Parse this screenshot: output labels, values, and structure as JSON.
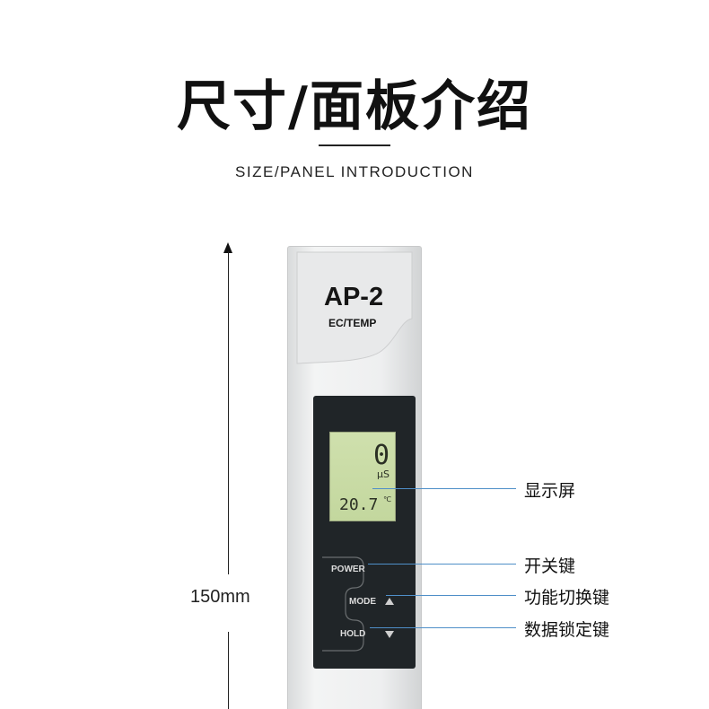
{
  "header": {
    "title": "尺寸/面板介绍",
    "subtitle": "SIZE/PANEL INTRODUCTION"
  },
  "dimension": {
    "label": "150mm"
  },
  "device": {
    "model": "AP-2",
    "model_sub": "EC/TEMP",
    "lcd": {
      "main_value": "0",
      "main_unit": "μS",
      "temp_value": "20.7",
      "temp_unit": "℃"
    },
    "buttons": {
      "power": "POWER",
      "mode": "MODE",
      "hold": "HOLD"
    }
  },
  "callouts": {
    "display": "显示屏",
    "power": "开关键",
    "mode": "功能切换键",
    "hold": "数据锁定键"
  },
  "colors": {
    "callout_line": "#4f8fc8",
    "panel": "#202528",
    "lcd": "#c8dba3"
  }
}
